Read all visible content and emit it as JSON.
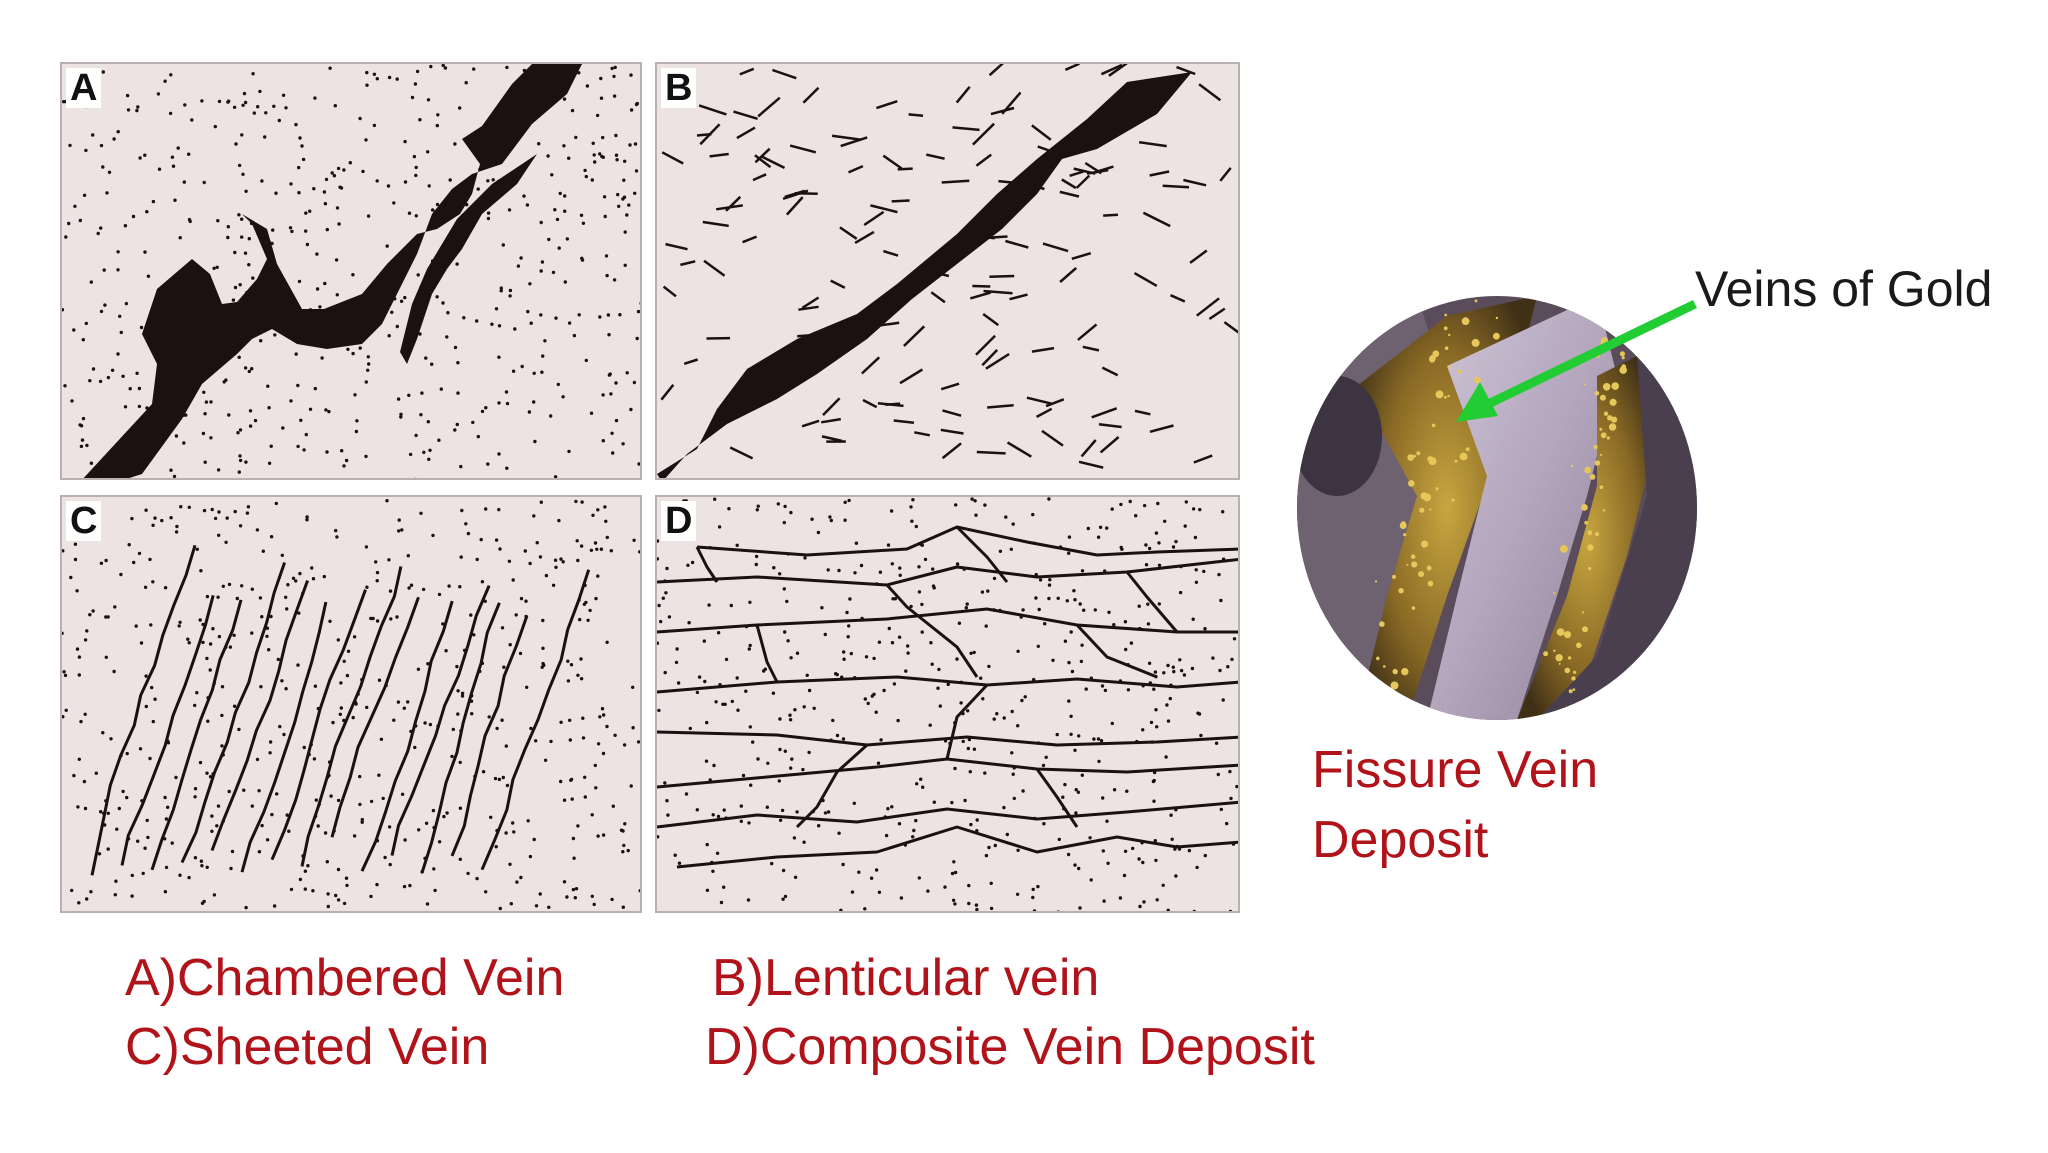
{
  "panels": [
    {
      "letter": "A",
      "caption": "A)Chambered Vein"
    },
    {
      "letter": "B",
      "caption": "B)Lenticular vein"
    },
    {
      "letter": "C",
      "caption": "C)Sheeted Vein"
    },
    {
      "letter": "D",
      "caption": "D)Composite Vein Deposit"
    }
  ],
  "photo": {
    "callout": "Veins of Gold",
    "caption_line1": "Fissure Vein",
    "caption_line2": "Deposit"
  },
  "colors": {
    "caption": "#b0141a",
    "panel_bg": "#ece3e2",
    "arrow": "#22cc33",
    "vein": "#1a1110"
  }
}
